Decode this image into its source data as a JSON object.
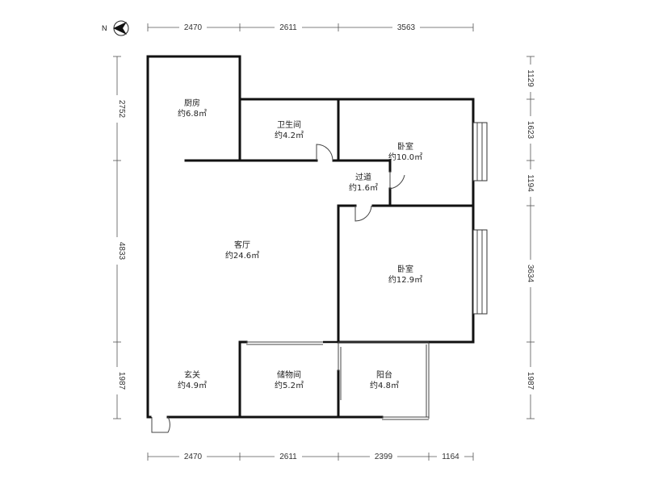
{
  "compass": {
    "label": "N"
  },
  "dimensions": {
    "top": [
      "2470",
      "2611",
      "3563"
    ],
    "bottom": [
      "2470",
      "2611",
      "2399",
      "1164"
    ],
    "left": [
      "2752",
      "4833",
      "1987"
    ],
    "right": [
      "1129",
      "1623",
      "1194",
      "3634",
      "1987"
    ]
  },
  "rooms": [
    {
      "name": "厨房",
      "area": "约6.8㎡"
    },
    {
      "name": "卫生间",
      "area": "约4.2㎡"
    },
    {
      "name": "卧室",
      "area": "约10.0㎡"
    },
    {
      "name": "过道",
      "area": "约1.6㎡"
    },
    {
      "name": "客厅",
      "area": "约24.6㎡"
    },
    {
      "name": "卧室",
      "area": "约12.9㎡"
    },
    {
      "name": "玄关",
      "area": "约4.9㎡"
    },
    {
      "name": "储物间",
      "area": "约5.2㎡"
    },
    {
      "name": "阳台",
      "area": "约4.8㎡"
    }
  ]
}
